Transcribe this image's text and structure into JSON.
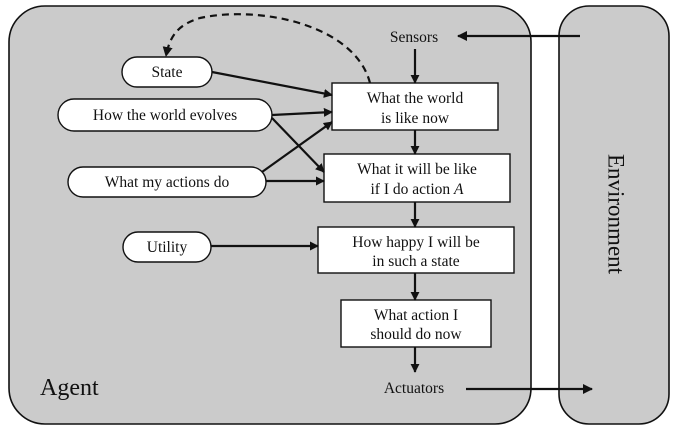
{
  "agent_label": "Agent",
  "environment_label": "Environment",
  "sensors_label": "Sensors",
  "actuators_label": "Actuators",
  "ovals": {
    "state": "State",
    "world_evolves": "How the world evolves",
    "my_actions": "What my actions do",
    "utility": "Utility"
  },
  "boxes": {
    "world_now": [
      "What the world",
      "is like now"
    ],
    "if_action": [
      "What it will be like",
      "if I do action A"
    ],
    "how_happy": [
      "How happy I will be",
      "in such a state"
    ],
    "what_action": [
      "What action I",
      "should do now"
    ]
  },
  "colors": {
    "panel_fill": "#cbcbcb",
    "box_fill": "#ffffff",
    "stroke": "#111111"
  }
}
